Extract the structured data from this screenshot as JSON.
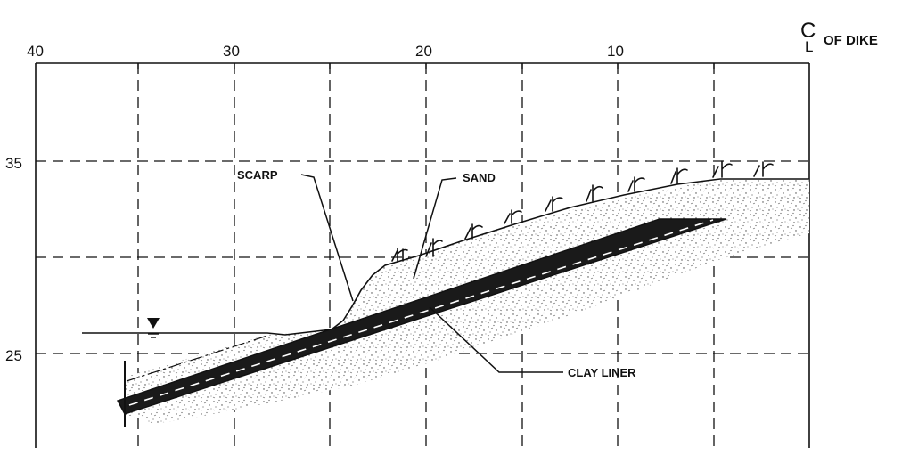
{
  "axis": {
    "x_ticks": [
      "40",
      "30",
      "20",
      "10"
    ],
    "y_ticks": [
      "35",
      "25"
    ]
  },
  "centerline": {
    "symbol_c": "C",
    "symbol_l": "L",
    "text": "OF DIKE"
  },
  "labels": {
    "scarp": "SCARP",
    "sand": "SAND",
    "clay_liner": "CLAY LINER"
  },
  "colors": {
    "line": "#111111",
    "sand_speckle": "#555555",
    "liner": "#1a1a1a"
  },
  "icons": {
    "water_level": "water-level-triangle-icon",
    "vegetation": "grass-tuft-icon"
  }
}
